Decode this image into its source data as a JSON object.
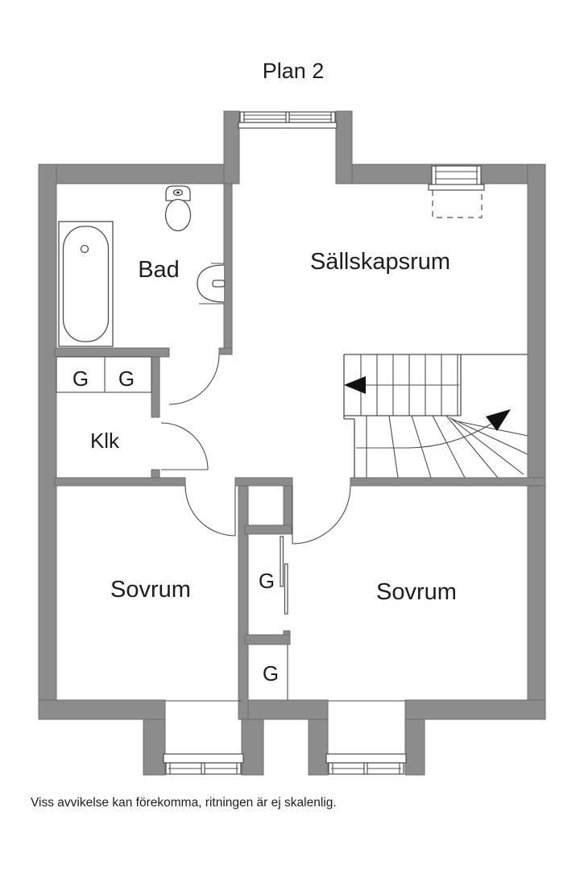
{
  "page": {
    "title": "Plan 2",
    "disclaimer": "Viss avvikelse kan förekomma, ritningen är ej skalenlig."
  },
  "floorplan": {
    "rooms": {
      "bathroom": "Bad",
      "living_room": "Sällskapsrum",
      "closet": "Klk",
      "bedroom_left": "Sovrum",
      "bedroom_right": "Sovrum"
    },
    "wardrobes": [
      "G",
      "G",
      "G",
      "G"
    ],
    "icons": {
      "stairs_up_arrow": "left-arrow",
      "stairs_entry_arrow": "curved-up-arrow"
    },
    "colors": {
      "wall": "#8c8c8c",
      "wall_outline": "#6d6d6d",
      "line": "#4c4c4c",
      "text": "#1d1d1d",
      "background": "#ffffff"
    }
  }
}
